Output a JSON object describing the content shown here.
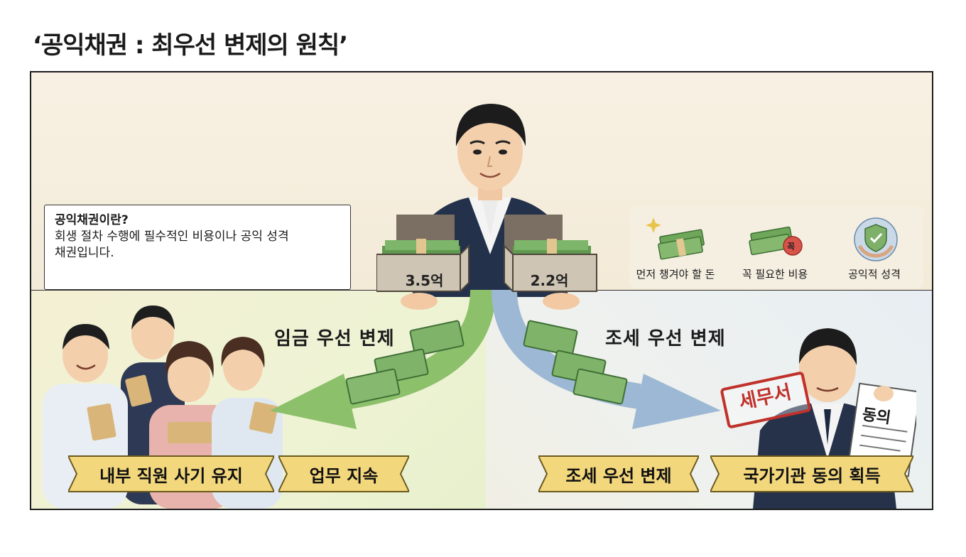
{
  "title": "‘공익채권 : 최우선 변제의 원칙’",
  "info_box": {
    "heading": "공익채권이란?",
    "line1": "회생 절차 수행에 필수적인 비용이나 공익 성격",
    "line2": "채권입니다."
  },
  "legend": {
    "items": [
      {
        "label": "먼저 챙겨야 할 돈",
        "icon": "sparkle-money-icon"
      },
      {
        "label": "꼭 필요한 비용",
        "icon": "money-badge-icon",
        "badge": "꼭"
      },
      {
        "label": "공익적 성격",
        "icon": "shield-hands-icon"
      }
    ]
  },
  "boxes": {
    "left_amount": "3.5억",
    "right_amount": "2.2억"
  },
  "arrows": {
    "left_label": "임금 우선 변제",
    "right_label": "조세 우선 변제"
  },
  "ribbons": {
    "left_main": "내부 직원 사기 유지",
    "left_secondary": "업무 지속",
    "right_secondary": "조세 우선 변제",
    "right_main": "국가기관 동의 획득"
  },
  "stamp_text": "세무서",
  "document_text": "동의",
  "colors": {
    "green_arrow": "#8cc06a",
    "blue_arrow": "#9db8d4",
    "ribbon_fill": "#f3d77c",
    "stamp_red": "#c0312b"
  }
}
